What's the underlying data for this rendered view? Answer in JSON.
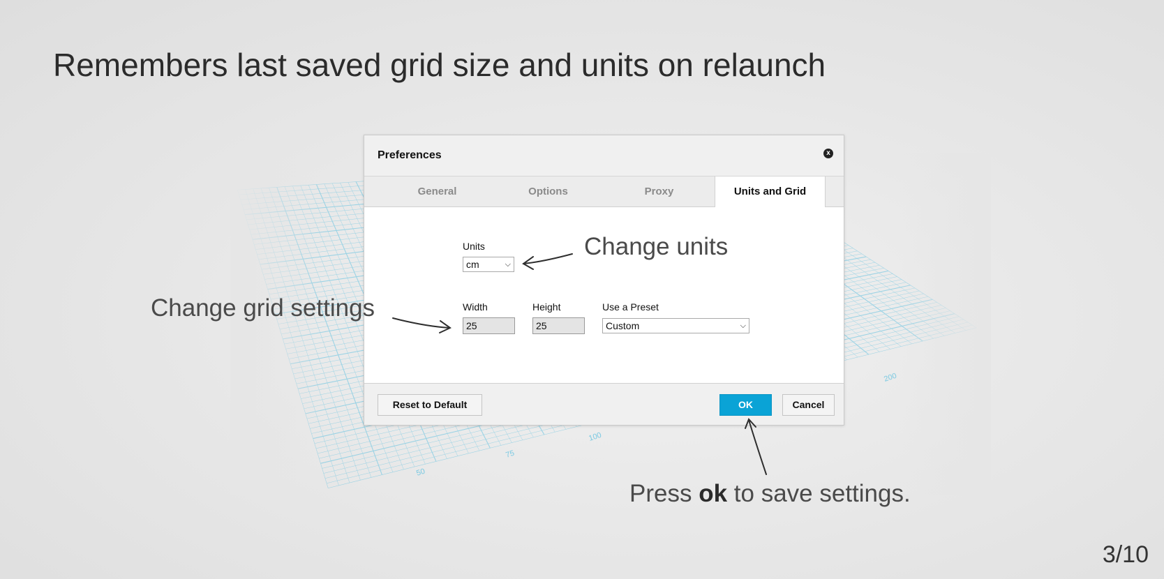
{
  "slide": {
    "title": "Remembers last saved grid size and units on relaunch",
    "page_number": "3/10"
  },
  "background_grid": {
    "tick_labels": [
      "50",
      "75",
      "100",
      "200"
    ],
    "color": "#5bc0e0"
  },
  "annotations": {
    "change_units": "Change units",
    "change_grid": "Change grid settings",
    "press_prefix": "Press ",
    "press_bold": "ok",
    "press_suffix": " to save settings."
  },
  "dialog": {
    "title": "Preferences",
    "close_icon": "close-icon",
    "tabs": [
      {
        "label": "General",
        "active": false
      },
      {
        "label": "Options",
        "active": false
      },
      {
        "label": "Proxy",
        "active": false
      },
      {
        "label": "Units and Grid",
        "active": true
      }
    ],
    "units": {
      "label": "Units",
      "value": "cm"
    },
    "width": {
      "label": "Width",
      "value": "25"
    },
    "height": {
      "label": "Height",
      "value": "25"
    },
    "preset": {
      "label": "Use a Preset",
      "value": "Custom"
    },
    "buttons": {
      "reset": "Reset to Default",
      "ok": "OK",
      "cancel": "Cancel"
    },
    "accent_color": "#0aa3d6"
  }
}
